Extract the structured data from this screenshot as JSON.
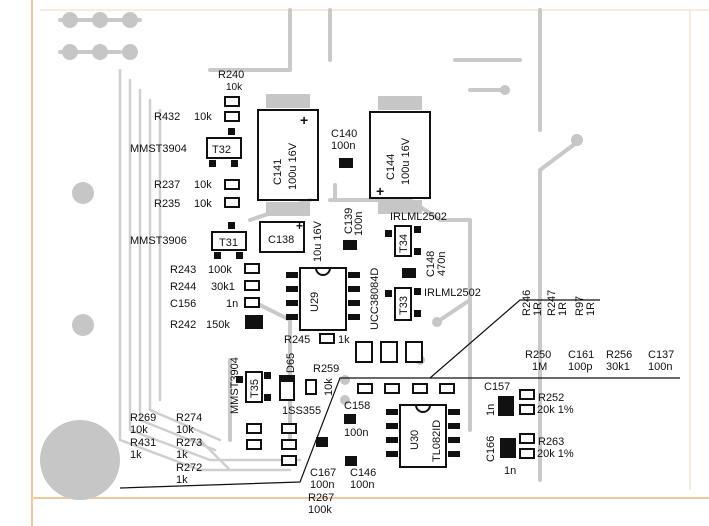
{
  "parts": {
    "r240": {
      "ref": "R240",
      "value": "10k"
    },
    "r432": {
      "ref": "R432",
      "value": "10k"
    },
    "t32": {
      "ref": "T32",
      "part": "MMST3904"
    },
    "r237": {
      "ref": "R237",
      "value": "10k"
    },
    "r235": {
      "ref": "R235",
      "value": "10k"
    },
    "t31": {
      "ref": "T31",
      "part": "MMST3906"
    },
    "c141": {
      "ref": "C141",
      "value": "100u 16V",
      "polarity": "+"
    },
    "c140": {
      "ref": "C140",
      "value": "100n"
    },
    "c144": {
      "ref": "C144",
      "value": "100u 16V",
      "polarity": "+"
    },
    "c138": {
      "ref": "C138",
      "value": "10u 16V",
      "polarity": "+"
    },
    "c139": {
      "ref": "C139",
      "value": "100n"
    },
    "t34": {
      "ref": "T34",
      "part": "IRLML2502"
    },
    "c148": {
      "ref": "C148",
      "value": "470n"
    },
    "t33": {
      "ref": "T33",
      "part": "IRLML2502"
    },
    "r243": {
      "ref": "R243",
      "value": "100k"
    },
    "r244": {
      "ref": "R244",
      "value": "30k1"
    },
    "c156": {
      "ref": "C156",
      "value": "1n"
    },
    "r242": {
      "ref": "R242",
      "value": "150k"
    },
    "u29": {
      "ref": "U29",
      "part": "UCC38084D"
    },
    "r245": {
      "ref": "R245",
      "value": "1k"
    },
    "r246": {
      "ref": "R246",
      "value": "1R"
    },
    "r247": {
      "ref": "R247",
      "value": "1R"
    },
    "r97": {
      "ref": "R97",
      "value": "1R"
    },
    "r250": {
      "ref": "R250",
      "value": "1M"
    },
    "c161": {
      "ref": "C161",
      "value": "100p"
    },
    "r256": {
      "ref": "R256",
      "value": "30k1"
    },
    "c137": {
      "ref": "C137",
      "value": "100n"
    },
    "t35": {
      "ref": "T35",
      "part": "MMST3904"
    },
    "d65": {
      "ref": "D65",
      "part": "1SS355"
    },
    "r259": {
      "ref": "R259",
      "value": "10k"
    },
    "r269": {
      "ref": "R269",
      "value": "10k"
    },
    "r431": {
      "ref": "R431",
      "value": "1k"
    },
    "r274": {
      "ref": "R274",
      "value": "10k"
    },
    "r273": {
      "ref": "R273",
      "value": "1k"
    },
    "r272": {
      "ref": "R272",
      "value": "1k"
    },
    "c167": {
      "ref": "C167",
      "value": "100n"
    },
    "r267": {
      "ref": "R267",
      "value": "100k"
    },
    "c146": {
      "ref": "C146",
      "value": "100n"
    },
    "c158": {
      "ref": "C158",
      "value": "100n"
    },
    "u30": {
      "ref": "U30",
      "part": "TL082ID"
    },
    "c157": {
      "ref": "C157",
      "value": "1n"
    },
    "r252": {
      "ref": "R252",
      "value": "20k 1%"
    },
    "c166": {
      "ref": "C166",
      "value": "1n"
    },
    "r263": {
      "ref": "R263",
      "value": "20k 1%"
    }
  }
}
